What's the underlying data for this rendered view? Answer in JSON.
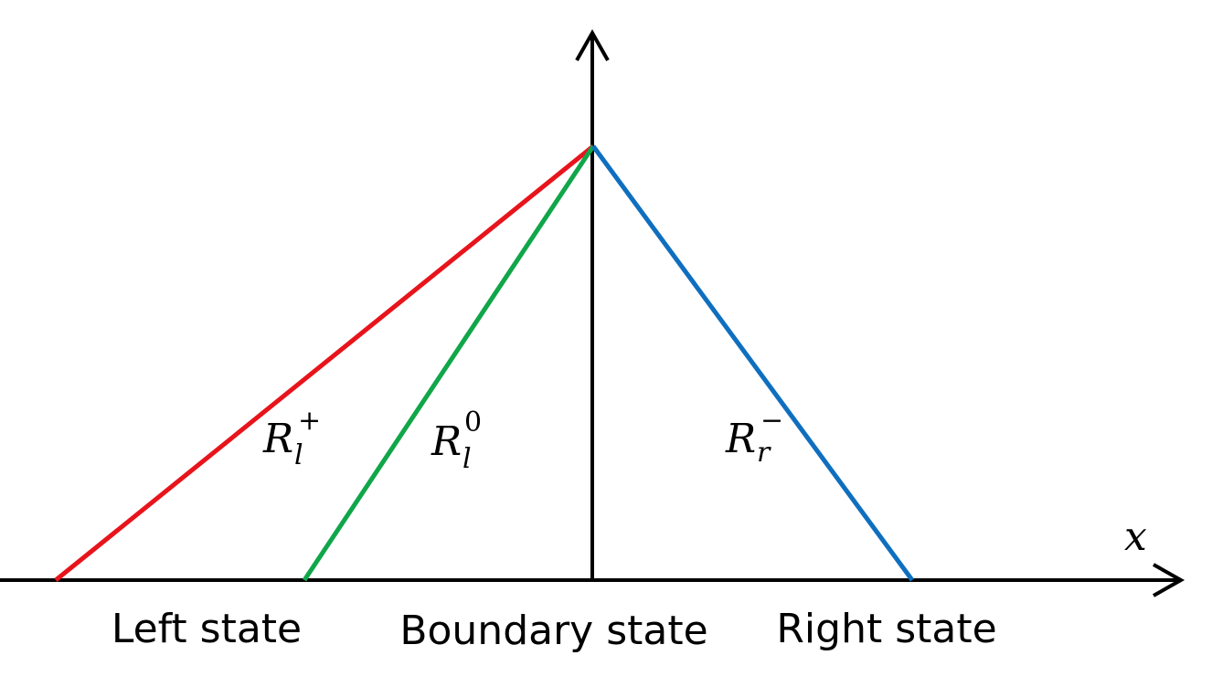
{
  "diagram": {
    "axis_label": "x",
    "waves": [
      {
        "base": "R",
        "sub": "l",
        "sup": "+",
        "color": "#e8141b"
      },
      {
        "base": "R",
        "sub": "l",
        "sup": "0",
        "color": "#10a64a"
      },
      {
        "base": "R",
        "sub": "r",
        "sup": "−",
        "color": "#0f6fbf"
      }
    ],
    "regions": [
      {
        "label": "Left state"
      },
      {
        "label": "Boundary state"
      },
      {
        "label": "Right state"
      }
    ],
    "axis_color": "#000000"
  }
}
